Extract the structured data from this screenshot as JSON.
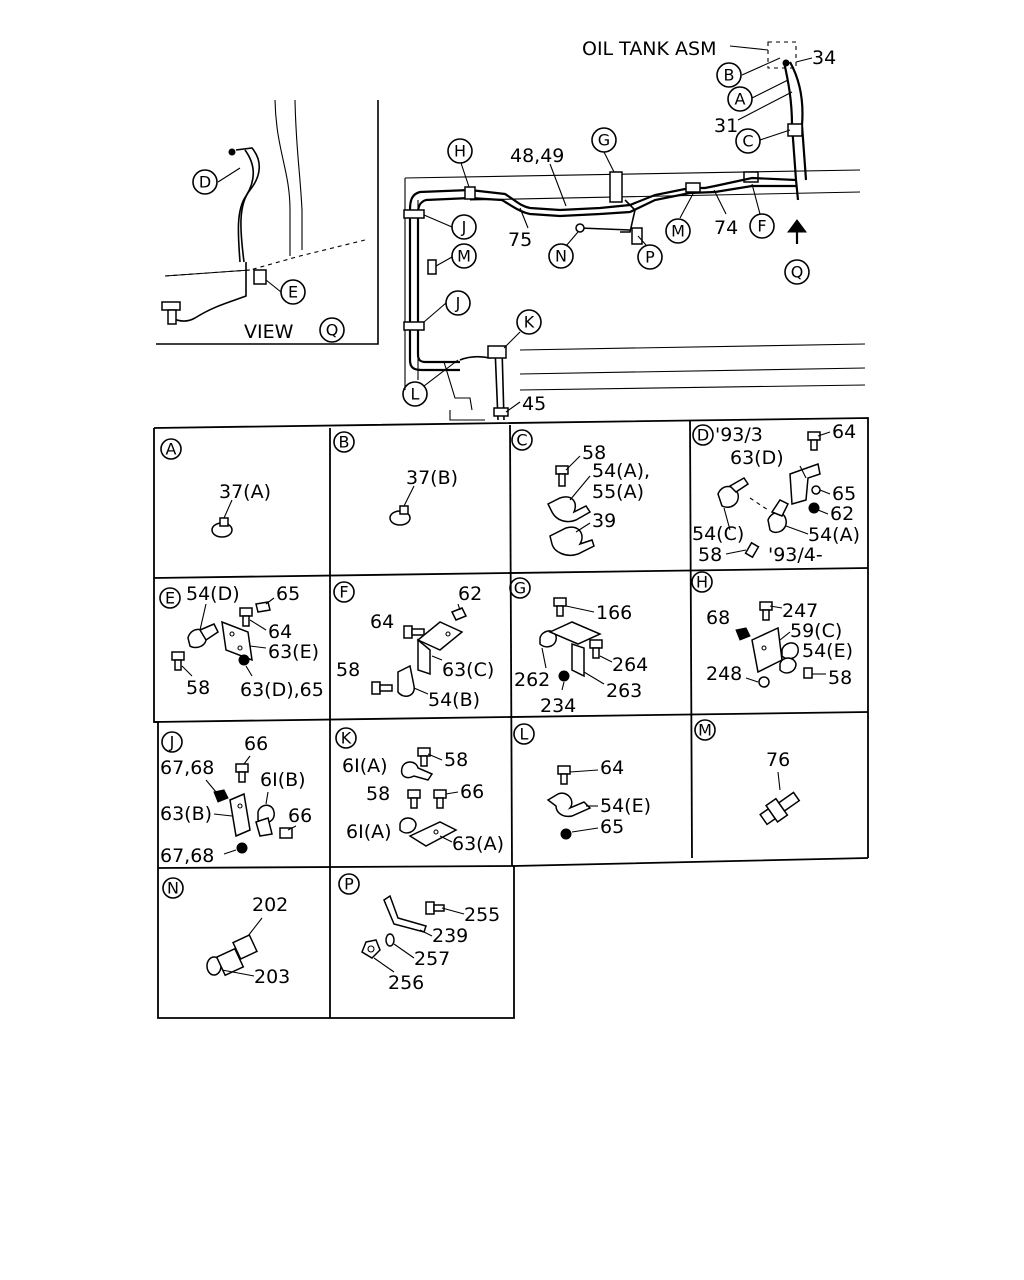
{
  "overview": {
    "oil_tank_label": "OIL TANK ASM",
    "view_label": "VIEW",
    "callouts": [
      "A",
      "B",
      "C",
      "D",
      "E",
      "F",
      "G",
      "H",
      "J",
      "J",
      "K",
      "L",
      "M",
      "M",
      "N",
      "P",
      "Q",
      "Q"
    ],
    "numbers": [
      "34",
      "31",
      "48,49",
      "75",
      "74",
      "45"
    ]
  },
  "panels": [
    {
      "id": "A",
      "labels": [
        "37(A)"
      ]
    },
    {
      "id": "B",
      "labels": [
        "37(B)"
      ]
    },
    {
      "id": "C",
      "labels": [
        "58",
        "54(A),",
        "55(A)",
        "39"
      ]
    },
    {
      "id": "D",
      "header_note": "'93/3",
      "labels": [
        "64",
        "63(D)",
        "65",
        "62",
        "54(A)",
        "54(C)",
        "58",
        "'93/4-"
      ]
    },
    {
      "id": "E",
      "labels": [
        "54(D)",
        "65",
        "64",
        "63(E)",
        "58",
        "63(D),65"
      ]
    },
    {
      "id": "F",
      "labels": [
        "62",
        "64",
        "63(C)",
        "58",
        "54(B)"
      ]
    },
    {
      "id": "G",
      "labels": [
        "166",
        "264",
        "262",
        "263",
        "234"
      ]
    },
    {
      "id": "H",
      "labels": [
        "247",
        "68",
        "59(C)",
        "54(E)",
        "248",
        "58"
      ]
    },
    {
      "id": "J",
      "labels": [
        "66",
        "67,68",
        "6I(B)",
        "63(B)",
        "66",
        "67,68"
      ]
    },
    {
      "id": "K",
      "labels": [
        "6I(A)",
        "58",
        "58",
        "66",
        "6I(A)",
        "63(A)"
      ]
    },
    {
      "id": "L",
      "labels": [
        "64",
        "54(E)",
        "65"
      ]
    },
    {
      "id": "M",
      "labels": [
        "76"
      ]
    },
    {
      "id": "N",
      "labels": [
        "202",
        "203"
      ]
    },
    {
      "id": "P",
      "labels": [
        "255",
        "239",
        "257",
        "256"
      ]
    }
  ]
}
